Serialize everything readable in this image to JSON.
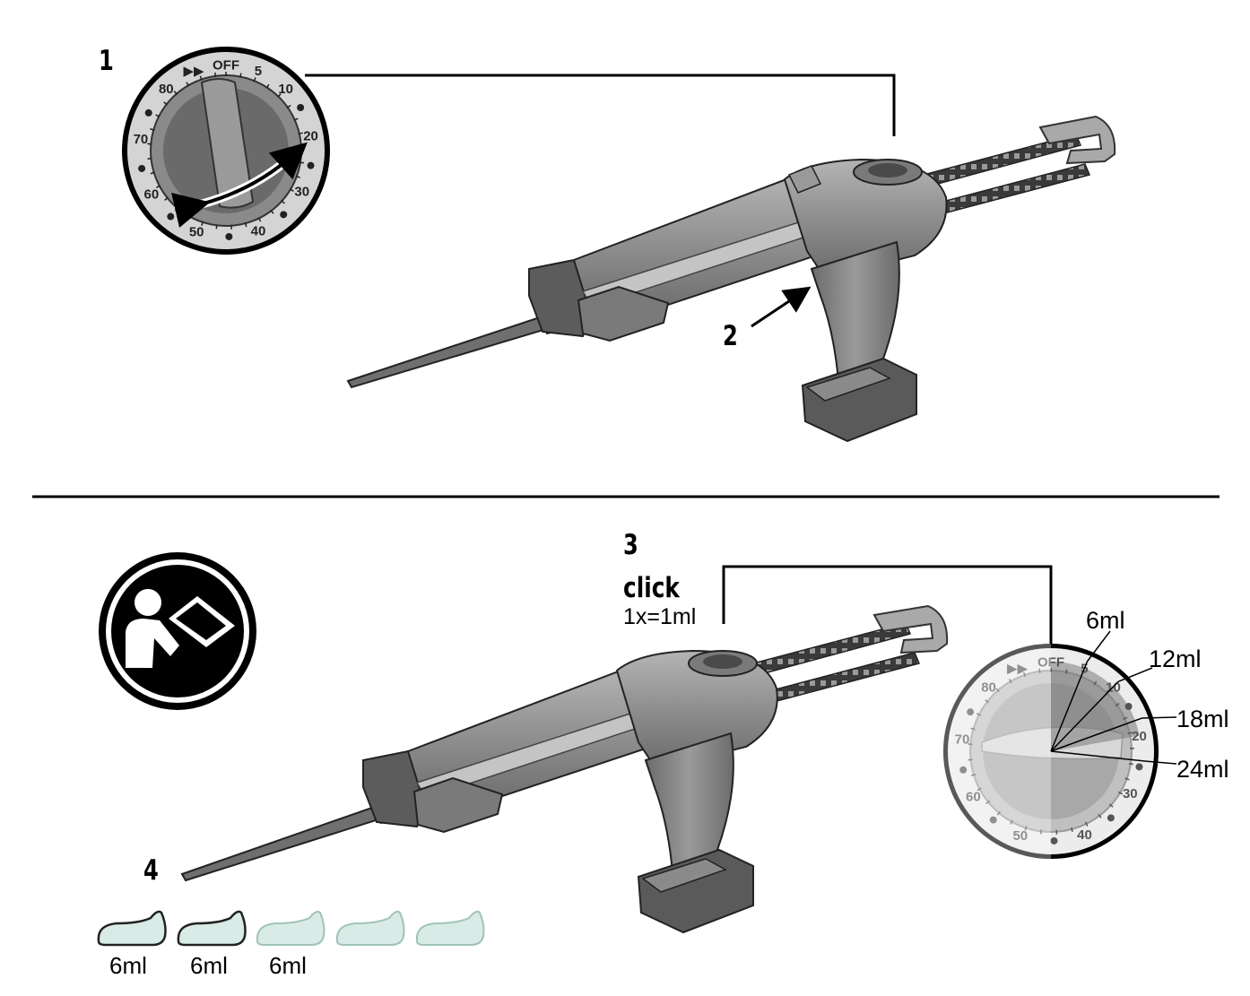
{
  "steps": {
    "one": "1",
    "two": "2",
    "three": "3",
    "four": "4"
  },
  "dial": {
    "scale": [
      "OFF",
      "5",
      "10",
      "20",
      "30",
      "40",
      "50",
      "60",
      "70",
      "80"
    ],
    "fast_forward_icon": "fast-forward-icon"
  },
  "click_info": {
    "title": "click",
    "rule": "1x=1ml"
  },
  "volume_labels": [
    "6ml",
    "12ml",
    "18ml",
    "24ml"
  ],
  "doses": [
    {
      "label": "6ml",
      "state": "dispensed"
    },
    {
      "label": "6ml",
      "state": "dispensed"
    },
    {
      "label": "6ml",
      "state": "current"
    },
    {
      "label": "",
      "state": "pending"
    },
    {
      "label": "",
      "state": "pending"
    }
  ],
  "icons": {
    "manual": "read-manual-icon",
    "arrow": "rotation-arrow-icon"
  },
  "colors": {
    "tool_body": "#8f8f8f",
    "tool_dark": "#5a5a5a",
    "dose_fill": "#d9ebe6",
    "dose_pending_stroke": "#9fc3b8"
  }
}
